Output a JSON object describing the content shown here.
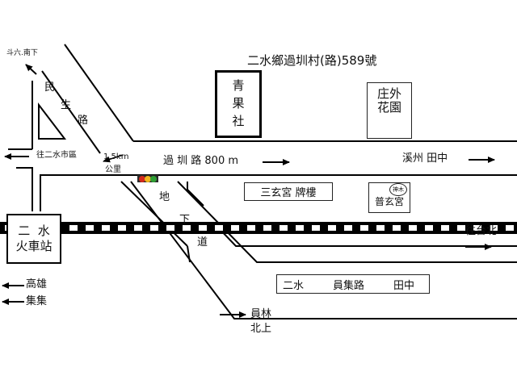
{
  "map": {
    "address": "二水鄉過圳村(路)589號",
    "shop_name": "青果社",
    "garden": "庄外花園",
    "temple_gate": "三玄宮 牌樓",
    "temple": "普玄宮",
    "temple_badge": "神木",
    "station": {
      "line1": "二  水",
      "line2": "火車站"
    },
    "roads": {
      "minsheng": "民生路",
      "guozhen": "過 圳 路 800 m",
      "underpass": "地下道",
      "yuanji_left": "二水",
      "yuanji_mid": "員集路",
      "yuanji_right": "田中"
    },
    "distance": {
      "value": "1.5km",
      "unit": "公里"
    },
    "destinations": {
      "top_left": "斗六.南下",
      "city": "往二水市區",
      "xizhou": "溪州  田中",
      "taipei": "往台北",
      "kaohsiung": "高雄",
      "jiji": "集集",
      "yuanlin_1": "員林",
      "yuanlin_2": "北上"
    },
    "colors": {
      "signal_red": "#d42a1c",
      "signal_yellow": "#f1b71f",
      "signal_green": "#2f9e34"
    }
  }
}
